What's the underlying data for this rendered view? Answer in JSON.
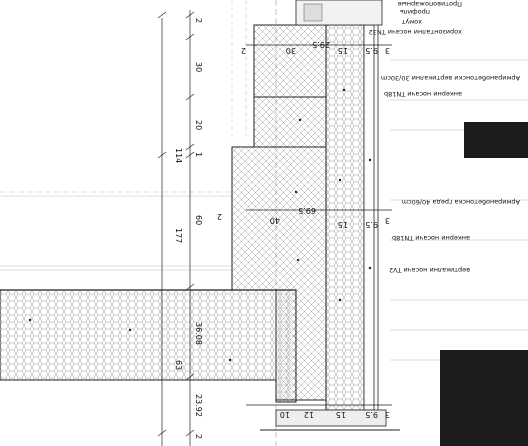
{
  "drawing": {
    "dimensions": {
      "top": [
        "2",
        "30",
        "20",
        "1",
        "60",
        "2"
      ],
      "left_totals": [
        "114",
        "177"
      ],
      "right_upper": [
        "29.5",
        "15",
        "9.5",
        "3"
      ],
      "right_middle": [
        "69.5",
        "15",
        "9.5",
        "3"
      ],
      "mid_left": [
        "2",
        "40",
        "2"
      ],
      "lower": [
        "36.08",
        "63",
        "23.92"
      ],
      "bottom": [
        "10",
        "12",
        "15",
        "9.5",
        "3"
      ]
    },
    "annotations": [
      "Противопожарные",
      "профиль",
      "хомут",
      "хоризонтални носачи TN32",
      "Армиранобетонски вертикални 30/30cm",
      "анкерни носачи TN18b",
      "Армиранобетонска греда 40/60cm",
      "анкерни носачи TN18b",
      "вертикални носачи TV2"
    ]
  }
}
